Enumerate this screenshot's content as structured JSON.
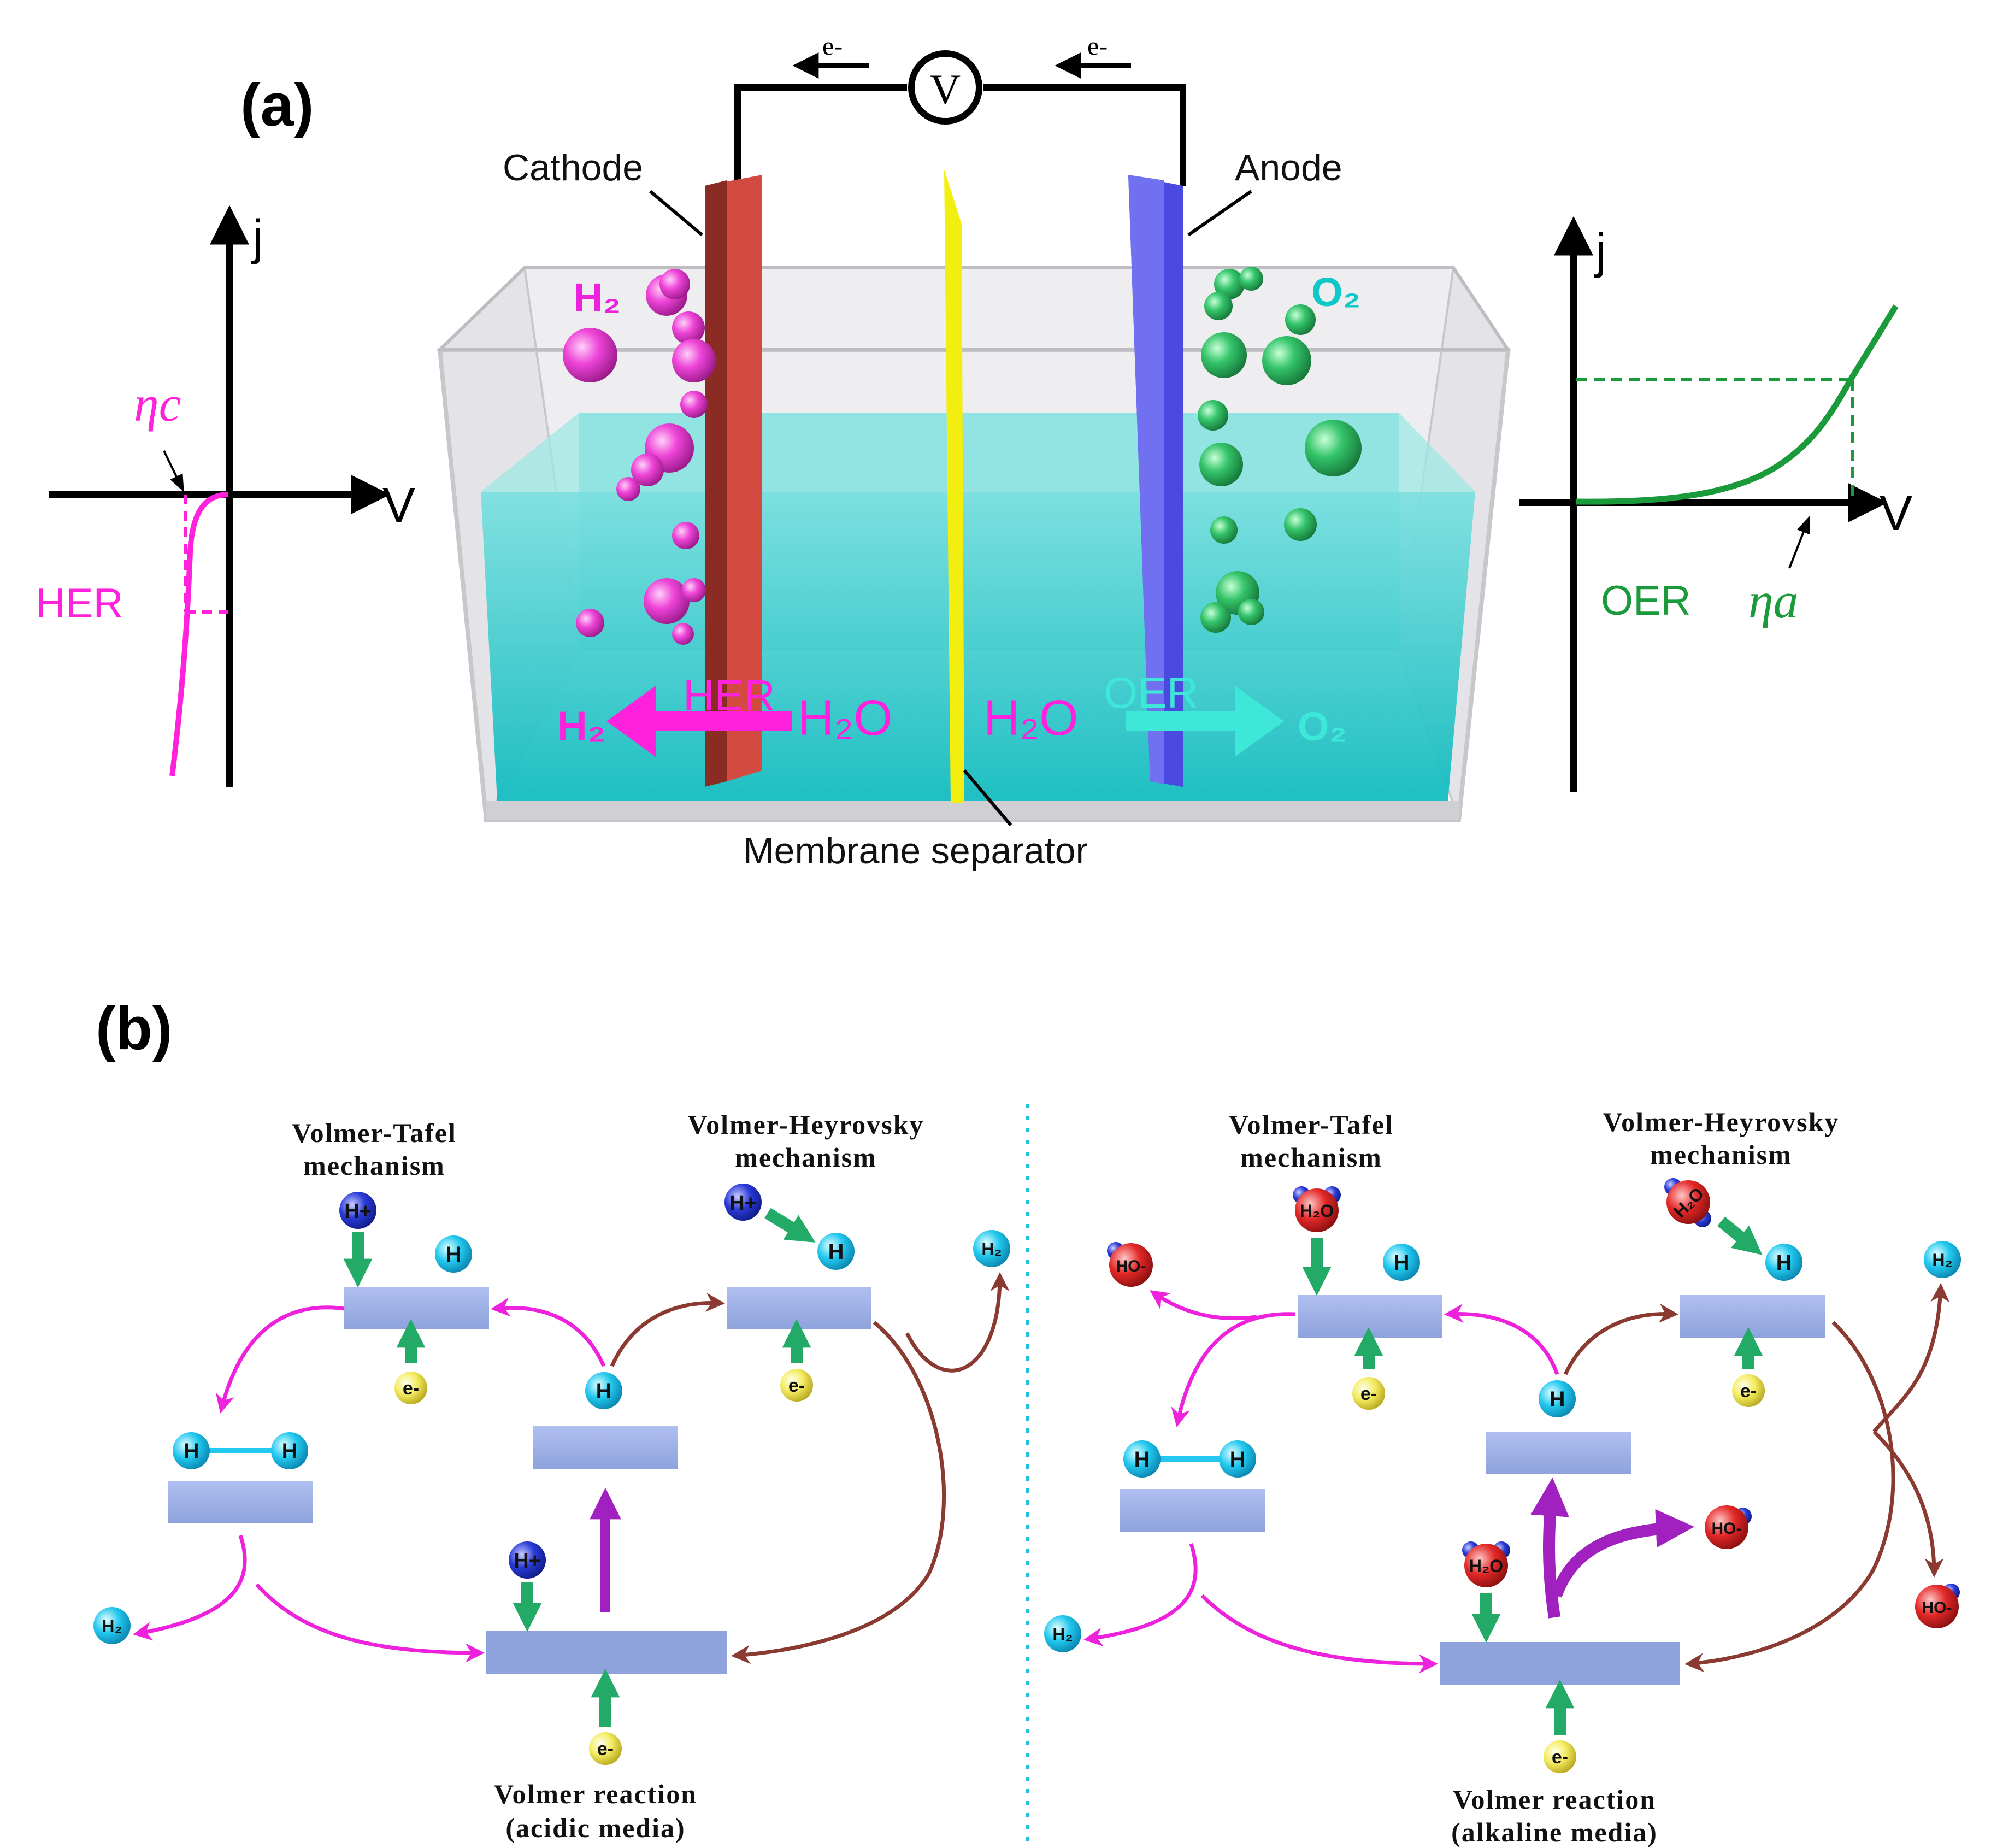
{
  "panel_a": {
    "label": "(a)",
    "electron_left": "e-",
    "electron_right": "e-",
    "voltmeter": "V",
    "cathode": "Cathode",
    "anode": "Anode",
    "membrane": "Membrane separator",
    "h2_gas": "H₂",
    "o2_gas": "O₂",
    "left_h2": "H₂",
    "left_her": "HER",
    "left_h2o": "H₂O",
    "right_h2o": "H₂O",
    "right_oer": "OER",
    "right_o2": "O₂",
    "her_plot": {
      "y_axis": "j",
      "x_axis": "V",
      "eta": "ηc",
      "reaction": "HER"
    },
    "oer_plot": {
      "y_axis": "j",
      "x_axis": "V",
      "eta": "ηa",
      "reaction": "OER"
    },
    "colors": {
      "her": "#ff22dd",
      "oer": "#1a9a3a",
      "electrolyte": "#1cc6c6",
      "cathode": "#c8443a",
      "anode": "#5a5ae8",
      "membrane": "#f0f000"
    }
  },
  "panel_b": {
    "label": "(b)",
    "acidic": {
      "vt_title_1": "Volmer-Tafel",
      "vt_title_2": "mechanism",
      "vh_title_1": "Volmer-Heyrovsky",
      "vh_title_2": "mechanism",
      "volmer_1": "Volmer reaction",
      "volmer_2": "(acidic media)",
      "proton": "H+",
      "h": "H",
      "h2": "H₂",
      "electron": "e-"
    },
    "alkaline": {
      "vt_title_1": "Volmer-Tafel",
      "vt_title_2": "mechanism",
      "vh_title_1": "Volmer-Heyrovsky",
      "vh_title_2": "mechanism",
      "volmer_1": "Volmer reaction",
      "volmer_2": "(alkaline media)",
      "water": "H₂O",
      "hydroxide": "HO-",
      "h": "H",
      "h2": "H₂",
      "electron": "e-"
    }
  }
}
